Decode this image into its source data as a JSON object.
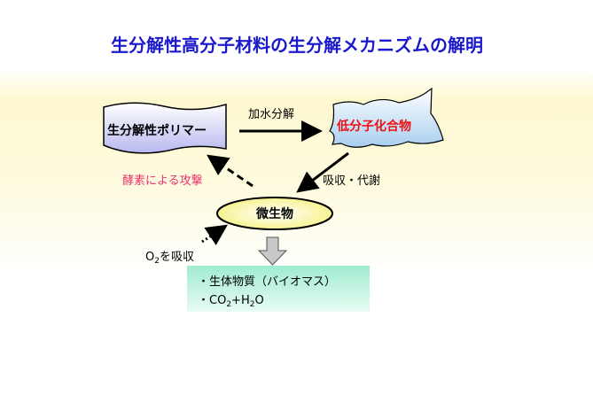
{
  "title": "生分解性高分子材料の生分解メカニズムの解明",
  "nodes": {
    "polymer": "生分解性ポリマー",
    "low_molecular": "低分子化合物",
    "microbe": "微生物"
  },
  "edges": {
    "hydrolysis": "加水分解",
    "absorption_metabolism": "吸収・代謝",
    "enzyme_attack": "酵素による攻撃",
    "o2_absorb_prefix": "O",
    "o2_absorb_sub": "2",
    "o2_absorb_suffix": "を吸収"
  },
  "products": {
    "line1": "・生体物質（バイオマス）",
    "line2_a": "・CO",
    "line2_sub1": "2",
    "line2_b": "+H",
    "line2_sub2": "2",
    "line2_c": "O"
  },
  "colors": {
    "title": "#1a1acc",
    "enzyme": "#e8336f",
    "low_molecular_text": "#ee1111"
  }
}
